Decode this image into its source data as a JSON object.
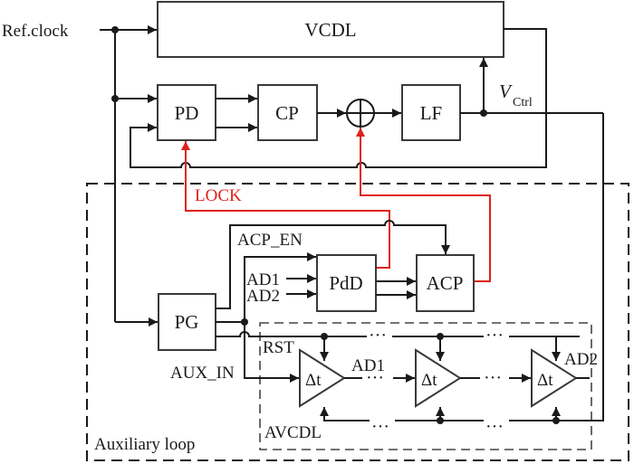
{
  "diagram": {
    "title": "DLL with auxiliary loop",
    "colors": {
      "wire": "#1a1a1a",
      "lock_path": "#e0201b",
      "box_border": "#3a3a3a",
      "background": "#ffffff"
    },
    "inputs": {
      "ref_clock": "Ref.clock"
    },
    "blocks": {
      "vcdl": "VCDL",
      "pd": "PD",
      "cp": "CP",
      "lf": "LF",
      "pg": "PG",
      "pdd": "PdD",
      "acp": "ACP",
      "delay_cell": "Δt"
    },
    "signals": {
      "vctrl_main": "V",
      "vctrl_sub": "Ctrl",
      "lock": "LOCK",
      "acp_en": "ACP_EN",
      "ad1_in": "AD1",
      "ad2_in": "AD2",
      "rst": "RST",
      "aux_in": "AUX_IN",
      "ad1_out": "AD1",
      "ad2_out": "AD2",
      "ellipsis": "···"
    },
    "regions": {
      "auxiliary_loop": "Auxiliary loop",
      "avcdl": "AVCDL"
    }
  }
}
